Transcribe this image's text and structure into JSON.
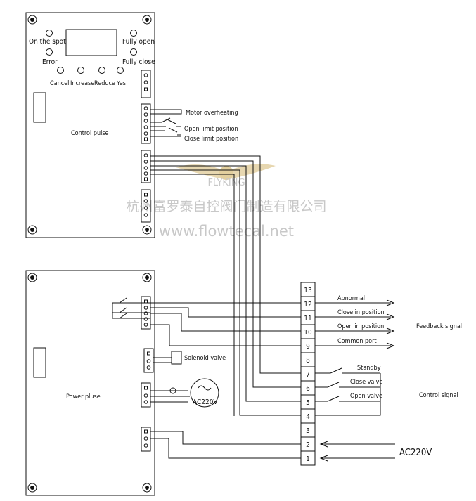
{
  "panel1": {
    "leds": {
      "on_the_spot": "On the spot",
      "fully_open": "Fully open",
      "error": "Error",
      "fully_close": "Fully close"
    },
    "buttons": [
      "Cancel",
      "Increase",
      "Reduce",
      "Yes"
    ],
    "title": "Control pulse",
    "motor_overheating": "Motor overheating",
    "open_limit": "Open limit position",
    "close_limit": "Close limit position"
  },
  "panel2": {
    "title": "Power pluse",
    "solenoid": "Solenoid valve",
    "ac_motor": "AC220V"
  },
  "terminals": [
    "13",
    "12",
    "11",
    "10",
    "9",
    "8",
    "7",
    "6",
    "5",
    "4",
    "3",
    "2",
    "1"
  ],
  "feedback": {
    "abnormal": "Abnormal",
    "close_in_position": "Close in position",
    "open_in_position": "Open in position",
    "common_port": "Common port",
    "group": "Feedback signal"
  },
  "control": {
    "standby": "Standby",
    "close_valve": "Close valve",
    "open_valve": "Open valve",
    "group": "Control signal"
  },
  "power_in": "AC220V",
  "watermark": {
    "brand": "FLYKING",
    "company": "杭州富罗泰自控阀门制造有限公司",
    "url": "www.flowtecal.net"
  }
}
